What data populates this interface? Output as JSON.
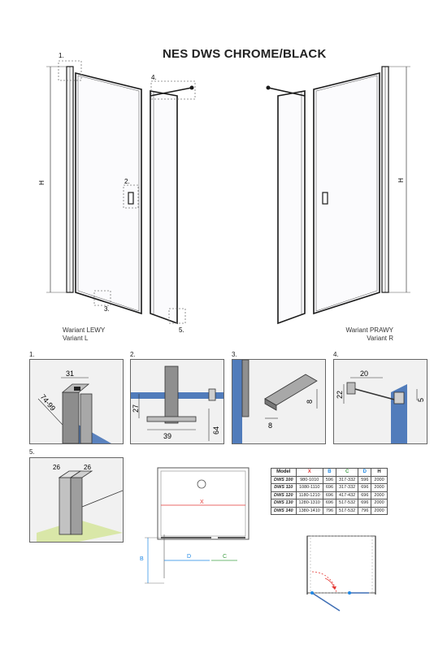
{
  "title": "NES DWS CHROME/BLACK",
  "variant_left": [
    "Wariant LEWY",
    "Variant L"
  ],
  "variant_right": [
    "Wariant PRAWY",
    "Variant R"
  ],
  "main_labels": {
    "h_left": "H",
    "h_right": "H",
    "callout_1": "1.",
    "callout_2": "2.",
    "callout_3": "3.",
    "callout_4": "4.",
    "callout_5": "5."
  },
  "details": {
    "d1": {
      "label": "1.",
      "dim_top": "31",
      "dim_side": "74-99"
    },
    "d2": {
      "label": "2.",
      "dim_left": "27",
      "dim_bottom": "39",
      "dim_right": "64"
    },
    "d3": {
      "label": "3.",
      "dim_right": "8",
      "dim_bottom": "8"
    },
    "d4": {
      "label": "4.",
      "dim_top": "20",
      "dim_left": "22",
      "dim_right": "5"
    },
    "d5": {
      "label": "5.",
      "dim_a": "26",
      "dim_b": "26"
    }
  },
  "plan_labels": {
    "x": "X",
    "b": "B",
    "d": "D",
    "c": "C"
  },
  "colors": {
    "x": "#e53935",
    "b": "#1e88e5",
    "c": "#43a047",
    "d": "#1e88e5",
    "glass": "#3f6fb5"
  },
  "table": {
    "headers": [
      "Model",
      "X",
      "B",
      "C",
      "D",
      "H"
    ],
    "rows": [
      [
        "DWS 100",
        "980-1010",
        "596",
        "317-332",
        "596",
        "2000"
      ],
      [
        "DWS 110",
        "1080-1110",
        "696",
        "317-332",
        "696",
        "2000"
      ],
      [
        "DWS 120",
        "1180-1210",
        "696",
        "417-432",
        "696",
        "2000"
      ],
      [
        "DWS 130",
        "1280-1310",
        "696",
        "517-532",
        "696",
        "2000"
      ],
      [
        "DWS 140",
        "1380-1410",
        "796",
        "517-532",
        "796",
        "2000"
      ]
    ]
  }
}
